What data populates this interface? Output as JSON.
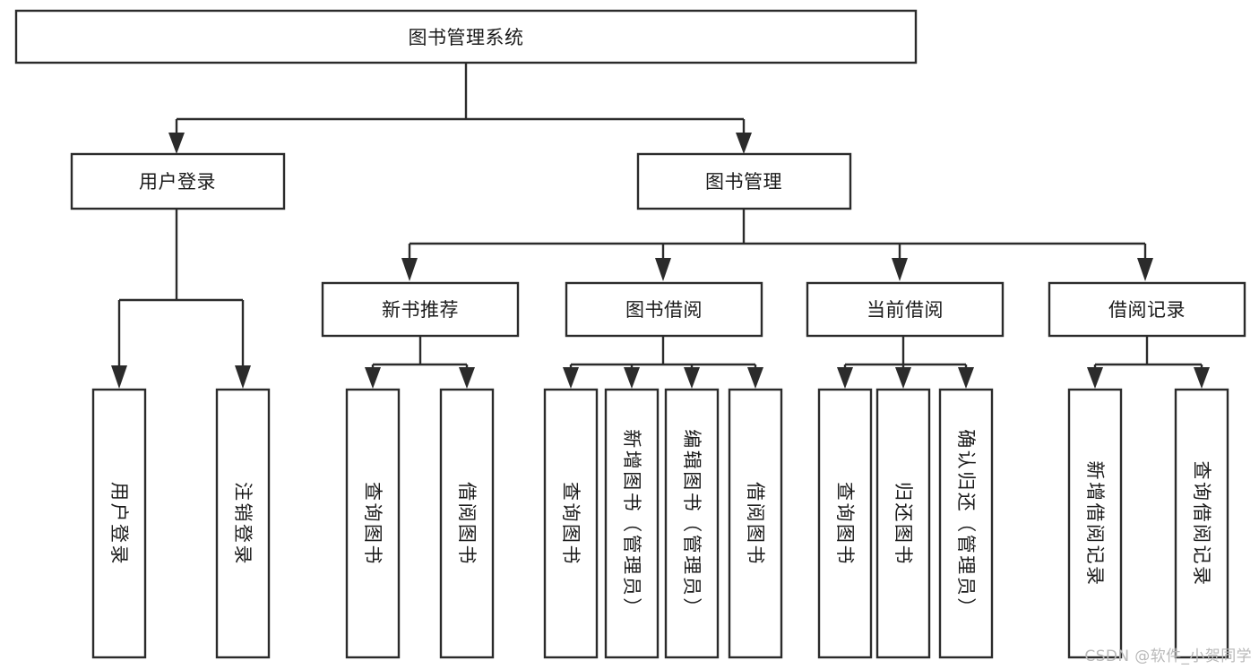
{
  "diagram": {
    "type": "tree",
    "title": "图书管理系统",
    "orientation": "top-down",
    "background_color": "#ffffff",
    "line_color": "#2b2b2b",
    "box_fill": "#ffffff",
    "text_color": "#1b1b1b",
    "levels": 4,
    "root": {
      "id": "root",
      "label": "图书管理系统",
      "orientation": "horizontal"
    },
    "level2": [
      {
        "id": "user-login",
        "label": "用户登录",
        "orientation": "horizontal"
      },
      {
        "id": "book-manage",
        "label": "图书管理",
        "orientation": "horizontal"
      }
    ],
    "level3": [
      {
        "id": "new-book-rec",
        "label": "新书推荐",
        "orientation": "horizontal",
        "parent": "book-manage"
      },
      {
        "id": "book-borrow",
        "label": "图书借阅",
        "orientation": "horizontal",
        "parent": "book-manage"
      },
      {
        "id": "current-borrow",
        "label": "当前借阅",
        "orientation": "horizontal",
        "parent": "book-manage"
      },
      {
        "id": "borrow-record",
        "label": "借阅记录",
        "orientation": "horizontal",
        "parent": "book-manage"
      }
    ],
    "leaves": [
      {
        "id": "leaf-user-login",
        "label": "用户登录",
        "orientation": "vertical",
        "parent": "user-login"
      },
      {
        "id": "leaf-user-logout",
        "label": "注销登录",
        "orientation": "vertical",
        "parent": "user-login"
      },
      {
        "id": "leaf-query-book-1",
        "label": "查询图书",
        "orientation": "vertical",
        "parent": "new-book-rec"
      },
      {
        "id": "leaf-borrow-book-1",
        "label": "借阅图书",
        "orientation": "vertical",
        "parent": "new-book-rec"
      },
      {
        "id": "leaf-query-book-2",
        "label": "查询图书",
        "orientation": "vertical",
        "parent": "book-borrow"
      },
      {
        "id": "leaf-add-book",
        "label": "新增图书（管理员）",
        "orientation": "vertical",
        "parent": "book-borrow"
      },
      {
        "id": "leaf-edit-book",
        "label": "编辑图书（管理员）",
        "orientation": "vertical",
        "parent": "book-borrow"
      },
      {
        "id": "leaf-borrow-book-2",
        "label": "借阅图书",
        "orientation": "vertical",
        "parent": "book-borrow"
      },
      {
        "id": "leaf-query-book-3",
        "label": "查询图书",
        "orientation": "vertical",
        "parent": "current-borrow"
      },
      {
        "id": "leaf-return-book",
        "label": "归还图书",
        "orientation": "vertical",
        "parent": "current-borrow"
      },
      {
        "id": "leaf-confirm-return",
        "label": "确认归还（管理员）",
        "orientation": "vertical",
        "parent": "current-borrow"
      },
      {
        "id": "leaf-add-record",
        "label": "新增借阅记录",
        "orientation": "vertical",
        "parent": "borrow-record"
      },
      {
        "id": "leaf-query-record",
        "label": "查询借阅记录",
        "orientation": "vertical",
        "parent": "borrow-record"
      }
    ]
  },
  "watermark": {
    "text": "CSDN @软件_小贺同学"
  }
}
